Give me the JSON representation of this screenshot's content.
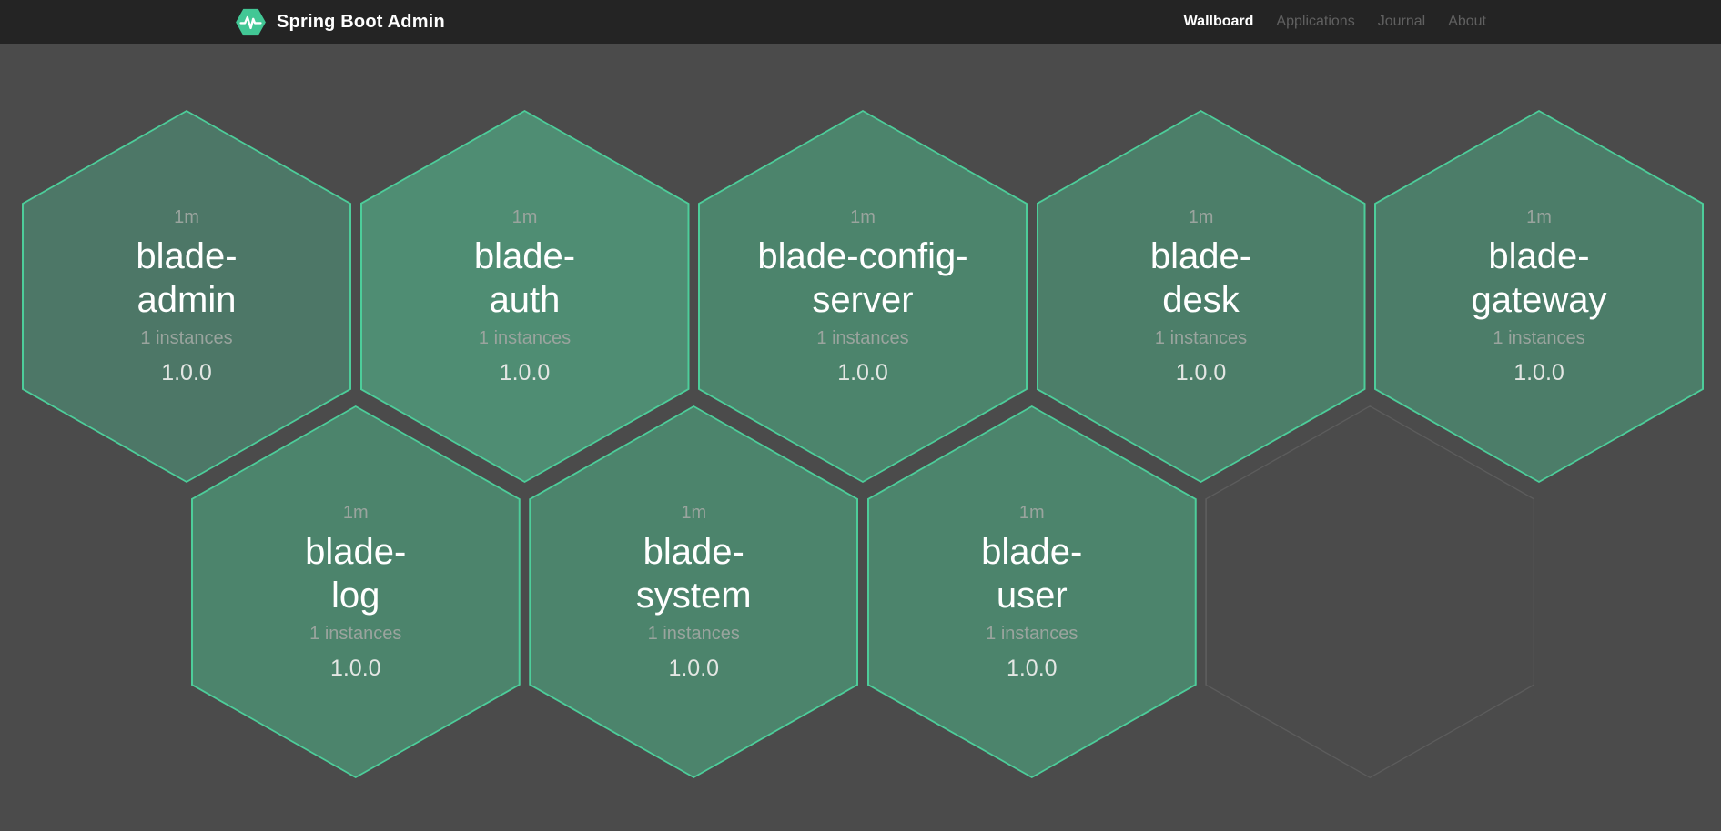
{
  "navbar": {
    "brand": "Spring Boot Admin",
    "logo_icon": "heartbeat-hexagon-icon",
    "links": [
      {
        "label": "Wallboard",
        "active": true
      },
      {
        "label": "Applications",
        "active": false
      },
      {
        "label": "Journal",
        "active": false
      },
      {
        "label": "About",
        "active": false
      }
    ]
  },
  "wallboard": {
    "applications": [
      {
        "name": "blade-admin",
        "name_lines": [
          "blade-",
          "admin"
        ],
        "uptime": "1m",
        "instances": "1 instances",
        "version": "1.0.0",
        "status": "up",
        "fill": "#4d7767"
      },
      {
        "name": "blade-auth",
        "name_lines": [
          "blade-",
          "auth"
        ],
        "uptime": "1m",
        "instances": "1 instances",
        "version": "1.0.0",
        "status": "up",
        "fill": "#4f8d73"
      },
      {
        "name": "blade-config-server",
        "name_lines": [
          "blade-config-",
          "server"
        ],
        "uptime": "1m",
        "instances": "1 instances",
        "version": "1.0.0",
        "status": "up",
        "fill": "#4c846c"
      },
      {
        "name": "blade-desk",
        "name_lines": [
          "blade-",
          "desk"
        ],
        "uptime": "1m",
        "instances": "1 instances",
        "version": "1.0.0",
        "status": "up",
        "fill": "#4c7e69"
      },
      {
        "name": "blade-gateway",
        "name_lines": [
          "blade-",
          "gateway"
        ],
        "uptime": "1m",
        "instances": "1 instances",
        "version": "1.0.0",
        "status": "up",
        "fill": "#4c7d69"
      },
      {
        "name": "blade-log",
        "name_lines": [
          "blade-",
          "log"
        ],
        "uptime": "1m",
        "instances": "1 instances",
        "version": "1.0.0",
        "status": "up",
        "fill": "#4c846c"
      },
      {
        "name": "blade-system",
        "name_lines": [
          "blade-",
          "system"
        ],
        "uptime": "1m",
        "instances": "1 instances",
        "version": "1.0.0",
        "status": "up",
        "fill": "#4c846c"
      },
      {
        "name": "blade-user",
        "name_lines": [
          "blade-",
          "user"
        ],
        "uptime": "1m",
        "instances": "1 instances",
        "version": "1.0.0",
        "status": "up",
        "fill": "#4c846c"
      }
    ],
    "empty_slots": 1
  },
  "colors": {
    "navbar_bg": "#242424",
    "page_bg": "#4b4b4b",
    "accent_mint": "#4dcd9a",
    "logo_green": "#42c795",
    "hex_text_muted": "#9aa49e",
    "hex_version": "#e3e6e3",
    "empty_hex_border": "#5c5c5c",
    "nav_inactive": "#606060"
  }
}
